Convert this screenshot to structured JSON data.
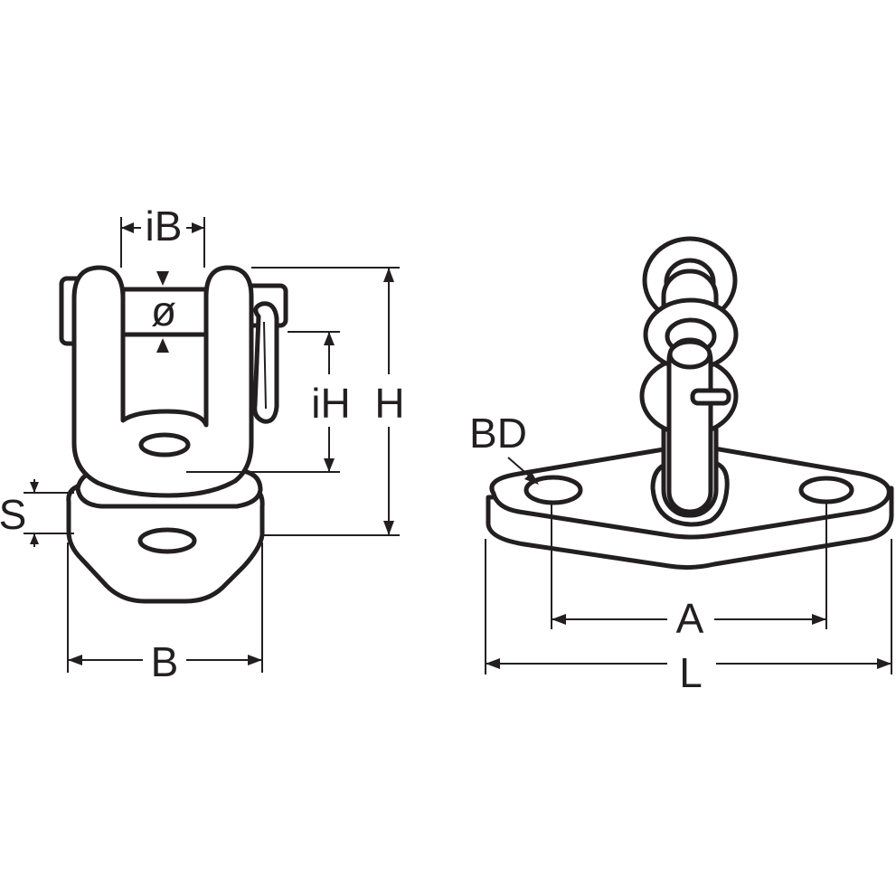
{
  "diagram": {
    "labels": {
      "iB": "iB",
      "pin_dia": "ø",
      "iH": "iH",
      "H": "H",
      "S": "S",
      "B": "B",
      "BD": "BD",
      "A": "A",
      "L": "L"
    },
    "colors": {
      "line": "#231f20",
      "fill": "#ffffff",
      "background": "#ffffff"
    }
  }
}
